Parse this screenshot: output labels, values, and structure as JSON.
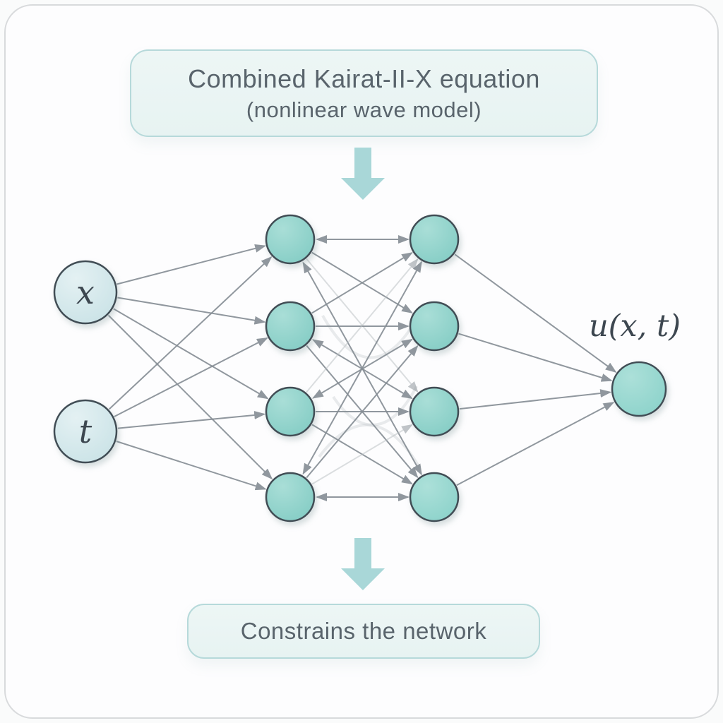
{
  "diagram": {
    "top_box": {
      "line1": "Combined Kairat-II-X equation",
      "line2": "(nonlinear wave model)"
    },
    "bottom_box": {
      "label": "Constrains the network"
    },
    "network": {
      "input_labels": [
        "x",
        "t"
      ],
      "output_label": "u(x, t)",
      "structure": {
        "inputs": 2,
        "hidden_layers": 2,
        "nodes_per_hidden_layer": 4,
        "outputs": 1
      }
    },
    "colors": {
      "node_input": "#c9e2e6",
      "node_input_light": "#e4f1f3",
      "node_hidden": "#83ccc4",
      "node_hidden_light": "#a9ded7",
      "node_output": "#8bd2ca",
      "node_output_light": "#ace0d9",
      "node_border": "#414d55",
      "edge": "#858d94",
      "edge_faint": "#b9bfc2",
      "flow_arrow": "#a9d7d8",
      "box_bg": "#e7f3f2",
      "box_border": "#b6d9da",
      "box_text": "#59646c",
      "label_text": "#3d4750"
    }
  }
}
